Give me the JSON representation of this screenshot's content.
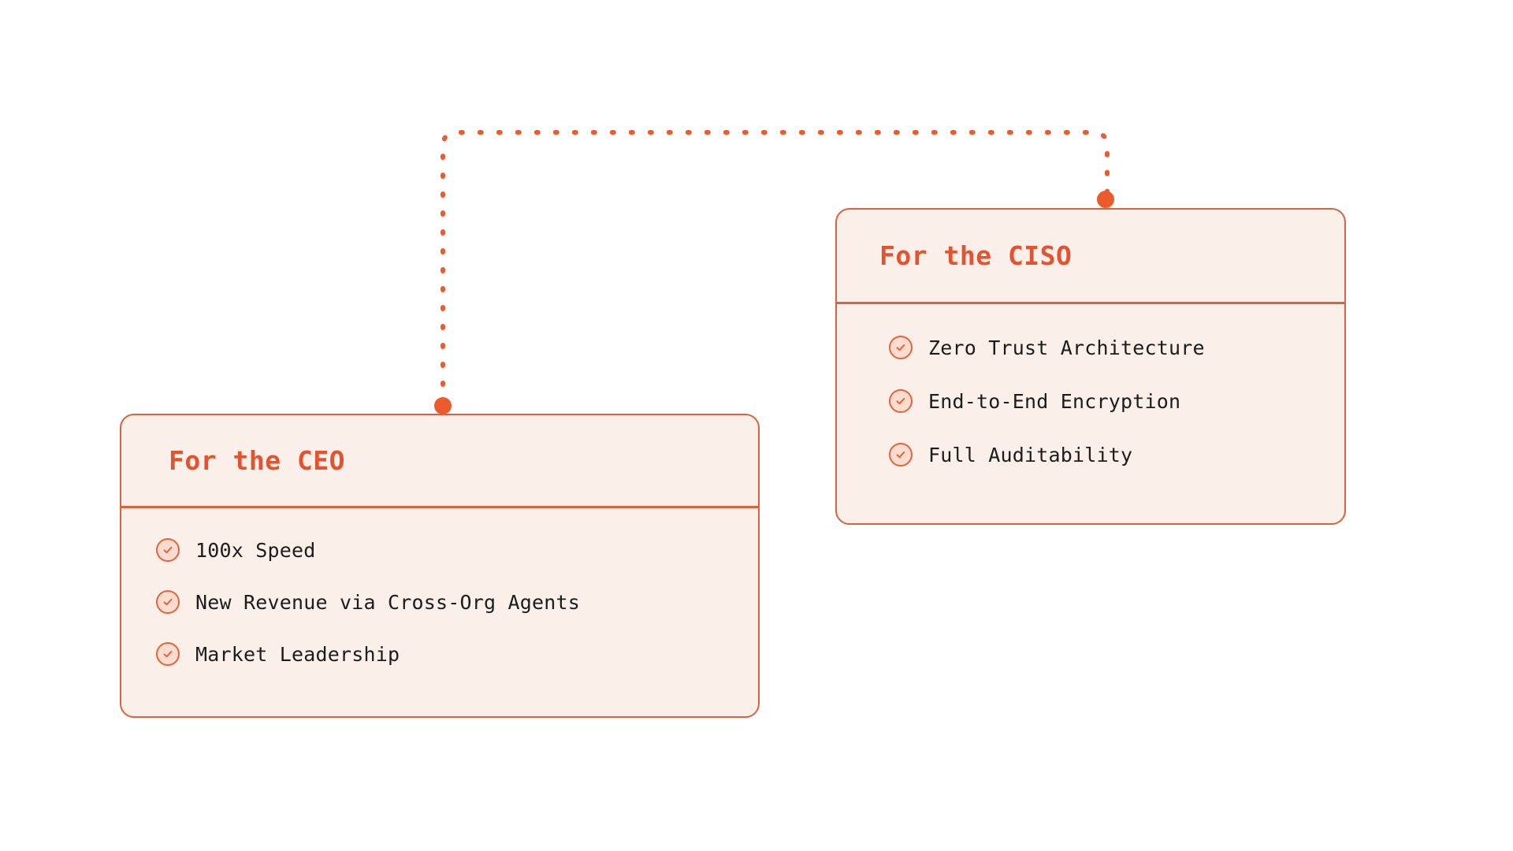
{
  "page": {
    "background_color": "#ffffff",
    "accent_color": "#e2532f",
    "border_color": "#d9633e",
    "card_fill_color": "#faefe9",
    "icon_fill_color": "#fbdccf",
    "text_color": "#1c1c1c"
  },
  "connector": {
    "name": "dashed-connector",
    "style": "dashed",
    "color": "#ec5b2c",
    "endpoint_dot_color": "#ec5b2c",
    "from": "card-ceo",
    "to": "card-ciso"
  },
  "cards": [
    {
      "id": "ceo",
      "title": "For the CEO",
      "items": [
        {
          "icon": "check-circle-icon",
          "label": "100x Speed"
        },
        {
          "icon": "check-circle-icon",
          "label": "New Revenue via Cross-Org Agents"
        },
        {
          "icon": "check-circle-icon",
          "label": "Market Leadership"
        }
      ]
    },
    {
      "id": "ciso",
      "title": "For the CISO",
      "items": [
        {
          "icon": "check-circle-icon",
          "label": "Zero Trust Architecture"
        },
        {
          "icon": "check-circle-icon",
          "label": "End-to-End Encryption"
        },
        {
          "icon": "check-circle-icon",
          "label": "Full Auditability"
        }
      ]
    }
  ]
}
